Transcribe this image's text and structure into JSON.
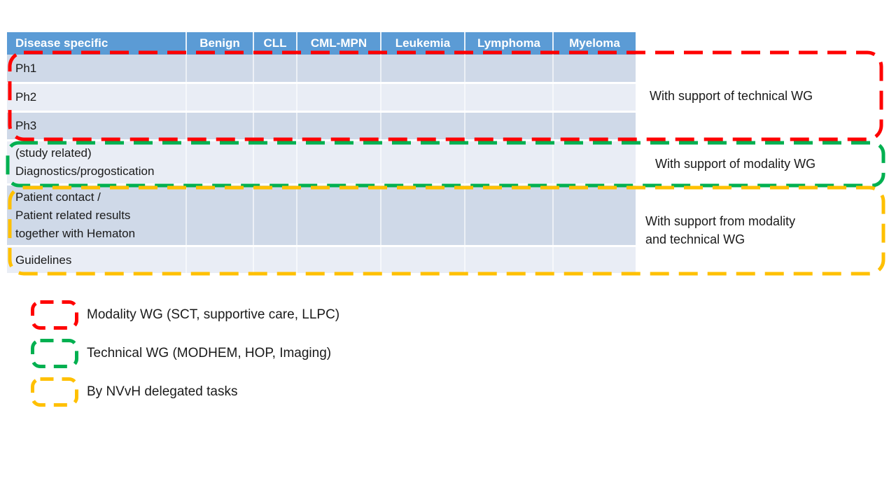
{
  "table": {
    "header": [
      "Disease specific",
      "Benign",
      "CLL",
      "CML-MPN",
      "Leukemia",
      "Lymphoma",
      "Myeloma"
    ],
    "rows": [
      {
        "label": "Ph1"
      },
      {
        "label": "Ph2"
      },
      {
        "label": "Ph3"
      },
      {
        "label": "(study related)\nDiagnostics/progostication"
      },
      {
        "label": "Patient contact /\nPatient related results\ntogether with Hematon"
      },
      {
        "label": "Guidelines"
      }
    ]
  },
  "annotations": [
    {
      "text": "With support of technical WG",
      "color": "#FF0000"
    },
    {
      "text": "With support of modality WG",
      "color": "#00B050"
    },
    {
      "text": "With support from modality\nand technical WG",
      "color": "#FFC000"
    }
  ],
  "legend": [
    {
      "label": "Modality WG (SCT, supportive care, LLPC)",
      "color": "#FF0000"
    },
    {
      "label": "Technical WG (MODHEM, HOP, Imaging)",
      "color": "#00B050"
    },
    {
      "label": "By NVvH delegated tasks",
      "color": "#FFC000"
    }
  ],
  "colors": {
    "header_bg": "#5B9BD5",
    "row_dark": "#CFD9E8",
    "row_light": "#E9EDF5",
    "red": "#FF0000",
    "green": "#00B050",
    "yellow": "#FFC000"
  }
}
